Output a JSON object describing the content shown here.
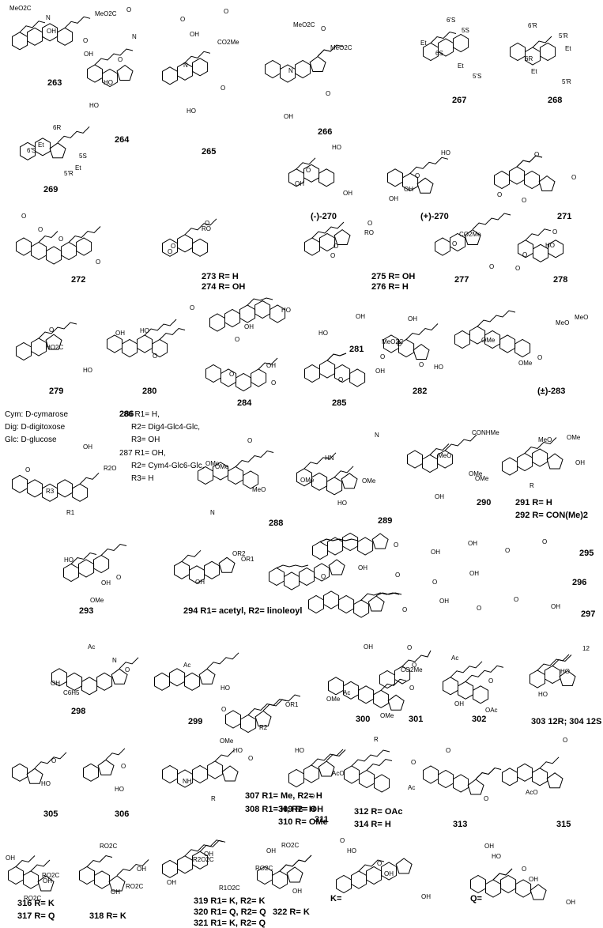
{
  "compounds": [
    {
      "key": "c263",
      "label": "263",
      "atoms": [
        "MeO2C",
        "OH",
        "OH",
        "N",
        "O"
      ]
    },
    {
      "key": "c264",
      "label": "264",
      "atoms": [
        "MeO2C",
        "N",
        "O",
        "HO",
        "HO",
        "O"
      ]
    },
    {
      "key": "c265",
      "label": "265",
      "atoms": [
        "O",
        "CO2Me",
        "N",
        "O",
        "HO",
        "O",
        "OH"
      ]
    },
    {
      "key": "c266",
      "label": "266",
      "atoms": [
        "MeO2C",
        "MeO2C",
        "N",
        "O",
        "OH",
        "O"
      ]
    },
    {
      "key": "c267",
      "label": "267",
      "atoms": [
        "5S",
        "6S",
        "5'S",
        "6'S",
        "Et",
        "Et"
      ]
    },
    {
      "key": "c268",
      "label": "268",
      "atoms": [
        "5'R",
        "6R",
        "5'R",
        "6'R",
        "Et",
        "Et"
      ]
    },
    {
      "key": "c269",
      "label": "269",
      "atoms": [
        "5S",
        "6R",
        "6'S",
        "5'R",
        "Et",
        "Et"
      ]
    },
    {
      "key": "c270a",
      "label": "(-)-270",
      "atoms": [
        "OH",
        "HO",
        "O",
        "OH"
      ]
    },
    {
      "key": "c270b",
      "label": "(+)-270",
      "atoms": [
        "OH",
        "HO",
        "O",
        "OH"
      ]
    },
    {
      "key": "c271",
      "label": "271",
      "atoms": [
        "O",
        "O",
        "O",
        "O"
      ]
    },
    {
      "key": "c272",
      "label": "272",
      "atoms": [
        "O",
        "O",
        "O",
        "O"
      ]
    },
    {
      "key": "c273",
      "label": "273 R= H",
      "atoms": [
        "RO",
        "O",
        "O",
        "O"
      ]
    },
    {
      "key": "c274",
      "label": "274 R= OH",
      "atoms": []
    },
    {
      "key": "c275",
      "label": "275 R= OH",
      "atoms": [
        "RO",
        "O",
        "O",
        "O"
      ]
    },
    {
      "key": "c276",
      "label": "276 R= H",
      "atoms": []
    },
    {
      "key": "c277",
      "label": "277",
      "atoms": [
        "O",
        "O",
        "CO2Me"
      ]
    },
    {
      "key": "c278",
      "label": "278",
      "atoms": [
        "HO",
        "O",
        "O",
        "O"
      ]
    },
    {
      "key": "c279",
      "label": "279",
      "atoms": [
        "HO2C",
        "HO",
        "O"
      ]
    },
    {
      "key": "c280",
      "label": "280",
      "atoms": [
        "OH",
        "O",
        "O",
        "HO"
      ]
    },
    {
      "key": "c281",
      "label": "281",
      "atoms": [
        "OH",
        "HO",
        "HO",
        "OH",
        "O"
      ]
    },
    {
      "key": "c282",
      "label": "282",
      "atoms": [
        "O",
        "HO",
        "OH",
        "MeO2C",
        "O"
      ]
    },
    {
      "key": "c283",
      "label": "(±)-283",
      "atoms": [
        "O",
        "MeO",
        "OMe",
        "OMe",
        "MeO"
      ]
    },
    {
      "key": "c284",
      "label": "284",
      "atoms": [
        "O",
        "O",
        "OH"
      ]
    },
    {
      "key": "c285",
      "label": "285",
      "atoms": [
        "O",
        "O",
        "OH"
      ]
    },
    {
      "key": "c286",
      "label": "286",
      "atoms": [
        "R1",
        "R2O",
        "R3",
        "OH",
        "O"
      ]
    },
    {
      "key": "c288",
      "label": "288",
      "atoms": [
        "OMe",
        "MeO",
        "N",
        "O",
        "OMe"
      ]
    },
    {
      "key": "c289",
      "label": "289",
      "atoms": [
        "OMe",
        "HO",
        "N",
        "HN",
        "OMe"
      ]
    },
    {
      "key": "c290",
      "label": "290",
      "atoms": [
        "OMe",
        "OH",
        "CONHMe",
        "MeO",
        "OMe"
      ]
    },
    {
      "key": "c291",
      "label": "291 R= H",
      "atoms": [
        "MeO",
        "OH",
        "R",
        "OMe"
      ]
    },
    {
      "key": "c292",
      "label": "292 R= CON(Me)2",
      "atoms": []
    },
    {
      "key": "c293",
      "label": "293",
      "atoms": [
        "O",
        "OMe",
        "HO",
        "OH"
      ]
    },
    {
      "key": "c294",
      "label": "294 R1= acetyl, R2= linoleoyl",
      "atoms": [
        "OR1",
        "OH",
        "OR2"
      ]
    },
    {
      "key": "c295",
      "label": "295",
      "atoms": [
        "O",
        "OH",
        "OH",
        "O",
        "O"
      ]
    },
    {
      "key": "c296",
      "label": "296",
      "atoms": [
        "O",
        "OH",
        "O",
        "O",
        "OH"
      ]
    },
    {
      "key": "c297",
      "label": "297",
      "atoms": [
        "O",
        "OH",
        "O",
        "O",
        "OH"
      ]
    },
    {
      "key": "c298",
      "label": "298",
      "atoms": [
        "N",
        "OH",
        "Ac",
        "O",
        "C6H5"
      ]
    },
    {
      "key": "c299",
      "label": "299",
      "atoms": [
        "O",
        "Ac",
        "HO"
      ]
    },
    {
      "key": "c300",
      "label": "300",
      "atoms": [
        "OMe",
        "OH",
        "CO2Me",
        "Ac",
        "OMe"
      ]
    },
    {
      "key": "c301",
      "label": "301",
      "atoms": [
        "O",
        "O",
        "O"
      ]
    },
    {
      "key": "c302",
      "label": "302",
      "atoms": [
        "OAc",
        "Ac",
        "O",
        "OH"
      ]
    },
    {
      "key": "c303",
      "label": "303 12R; 304 12S",
      "atoms": [
        "12",
        "HO",
        "HO"
      ]
    },
    {
      "key": "c305",
      "label": "305",
      "atoms": [
        "O",
        "HO"
      ]
    },
    {
      "key": "c306",
      "label": "306",
      "atoms": [
        "O",
        "HO"
      ]
    },
    {
      "key": "c307",
      "label": "307 R1= Me, R2= H",
      "atoms": [
        "OR1",
        "R2",
        "HO"
      ]
    },
    {
      "key": "c308",
      "label": "308 R1= H, R2= OH",
      "atoms": []
    },
    {
      "key": "c309",
      "label": "309 R= H",
      "atoms": [
        "R",
        "O",
        "NH",
        "OMe"
      ]
    },
    {
      "key": "c310",
      "label": "310 R= OMe",
      "atoms": []
    },
    {
      "key": "c311",
      "label": "311",
      "atoms": [
        "HO",
        "AcO",
        "O"
      ]
    },
    {
      "key": "c312",
      "label": "312 R= OAc",
      "atoms": [
        "Ac",
        "R",
        "O"
      ]
    },
    {
      "key": "c314",
      "label": "314 R= H",
      "atoms": []
    },
    {
      "key": "c313",
      "label": "313",
      "atoms": [
        "O",
        "O"
      ]
    },
    {
      "key": "c315",
      "label": "315",
      "atoms": [
        "AcO",
        "O"
      ]
    },
    {
      "key": "c316",
      "label": "316 R= K",
      "atoms": [
        "RO2C",
        "RO2C",
        "OH",
        "OH"
      ]
    },
    {
      "key": "c317",
      "label": "317 R= Q",
      "atoms": []
    },
    {
      "key": "c318",
      "label": "318 R= K",
      "atoms": [
        "RO2C",
        "RO2C",
        "OH",
        "OH"
      ]
    },
    {
      "key": "c319",
      "label": "319 R1= K, R2= K",
      "atoms": [
        "R1O2C",
        "R2O2C",
        "OH",
        "OH"
      ]
    },
    {
      "key": "c320",
      "label": "320 R1= Q, R2= Q",
      "atoms": []
    },
    {
      "key": "c321",
      "label": "321 R1= K, R2= Q",
      "atoms": []
    },
    {
      "key": "c322",
      "label": "322 R= K",
      "atoms": [
        "RO2C",
        "RO2C",
        "OH",
        "OH"
      ]
    },
    {
      "key": "cK",
      "label": "K=",
      "atoms": [
        "HO",
        "OH",
        "OH",
        "O",
        "O"
      ]
    },
    {
      "key": "cQ",
      "label": "Q=",
      "atoms": [
        "HO",
        "OH",
        "OH",
        "OH",
        "O"
      ]
    }
  ],
  "sugar_legend": [
    "Cym:  D-cymarose",
    "Dig:  D-digitoxose",
    "Glc:  D-glucose"
  ],
  "glycoside_text": [
    "286 R1= H,",
    "R2= Dig4-Glc4-Glc,",
    "R3= OH",
    "287 R1= OH,",
    "R2= Cym4-Glc6-Glc,",
    "R3= H"
  ]
}
